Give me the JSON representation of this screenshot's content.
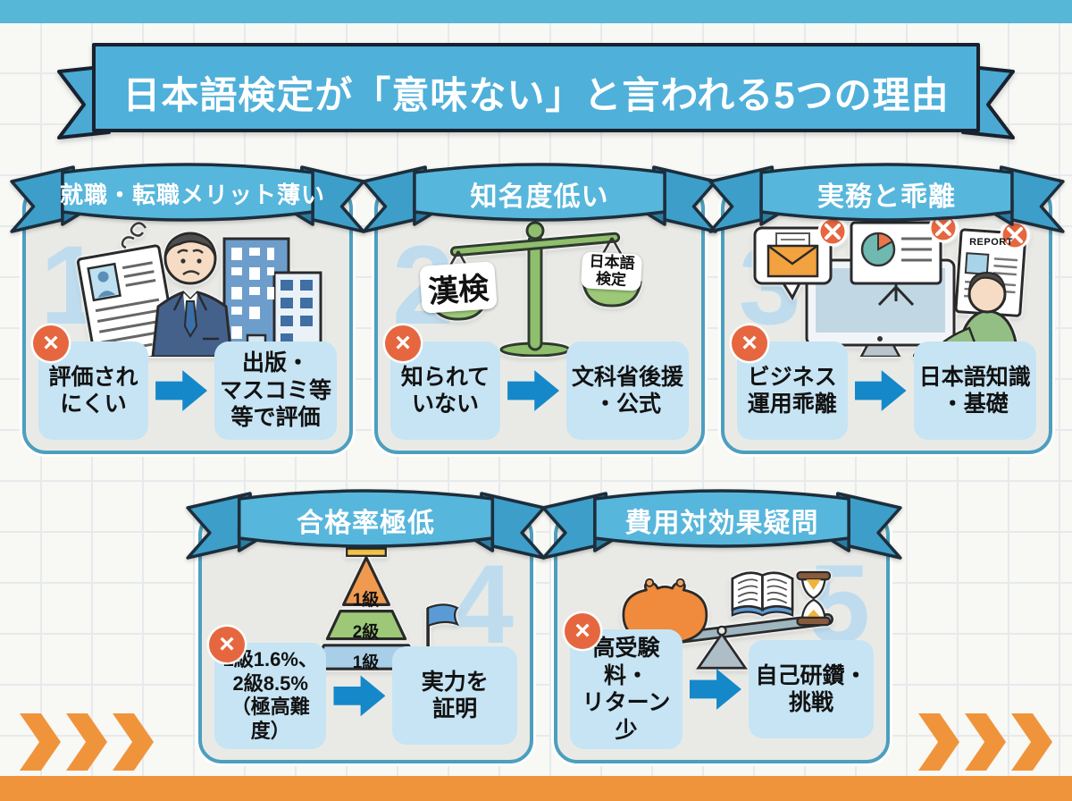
{
  "title_banner": {
    "text": "日本語検定が「意味ない」と言われる5つの理由"
  },
  "icons": {
    "x_mark": "×"
  },
  "colors": {
    "accent_blue": "#56B7D6",
    "ribbon_fill": "#57B6DC",
    "ribbon_outline": "#1C2E3C",
    "card_border": "#4C9FBE",
    "card_bg": "#E9EAE6",
    "note_box_bg": "#C6E4F4",
    "arrow_blue": "#1588C9",
    "x_badge_orange": "#E6673F",
    "footer_orange": "#F0943C",
    "number_blue": "#BEDCEE"
  },
  "cards": [
    {
      "number": "1",
      "header": "就職・転職メリット薄い",
      "negative": "評価され\nにくい",
      "positive": "出版・\nマスコミ等\n等で評価"
    },
    {
      "number": "2",
      "header": "知名度低い",
      "negative": "知られて\nいない",
      "positive": "文科省後援\n・公式",
      "scale_left": "漢検",
      "scale_right": "日本語\n検定"
    },
    {
      "number": "3",
      "header": "実務と乖離",
      "negative": "ビジネス\n運用乖離",
      "positive": "日本語知識\n・基礎",
      "report_label": "REPORT"
    },
    {
      "number": "4",
      "header": "合格率極低",
      "negative": "1級1.6%、\n2級8.5%\n（極高難度）",
      "positive": "実力を\n証明",
      "pyramid_tiers": [
        "1級",
        "2級",
        "1級"
      ]
    },
    {
      "number": "5",
      "header": "費用対効果疑問",
      "negative": "高受験料・\nリターン少",
      "positive": "自己研鑽・\n挑戦"
    }
  ]
}
